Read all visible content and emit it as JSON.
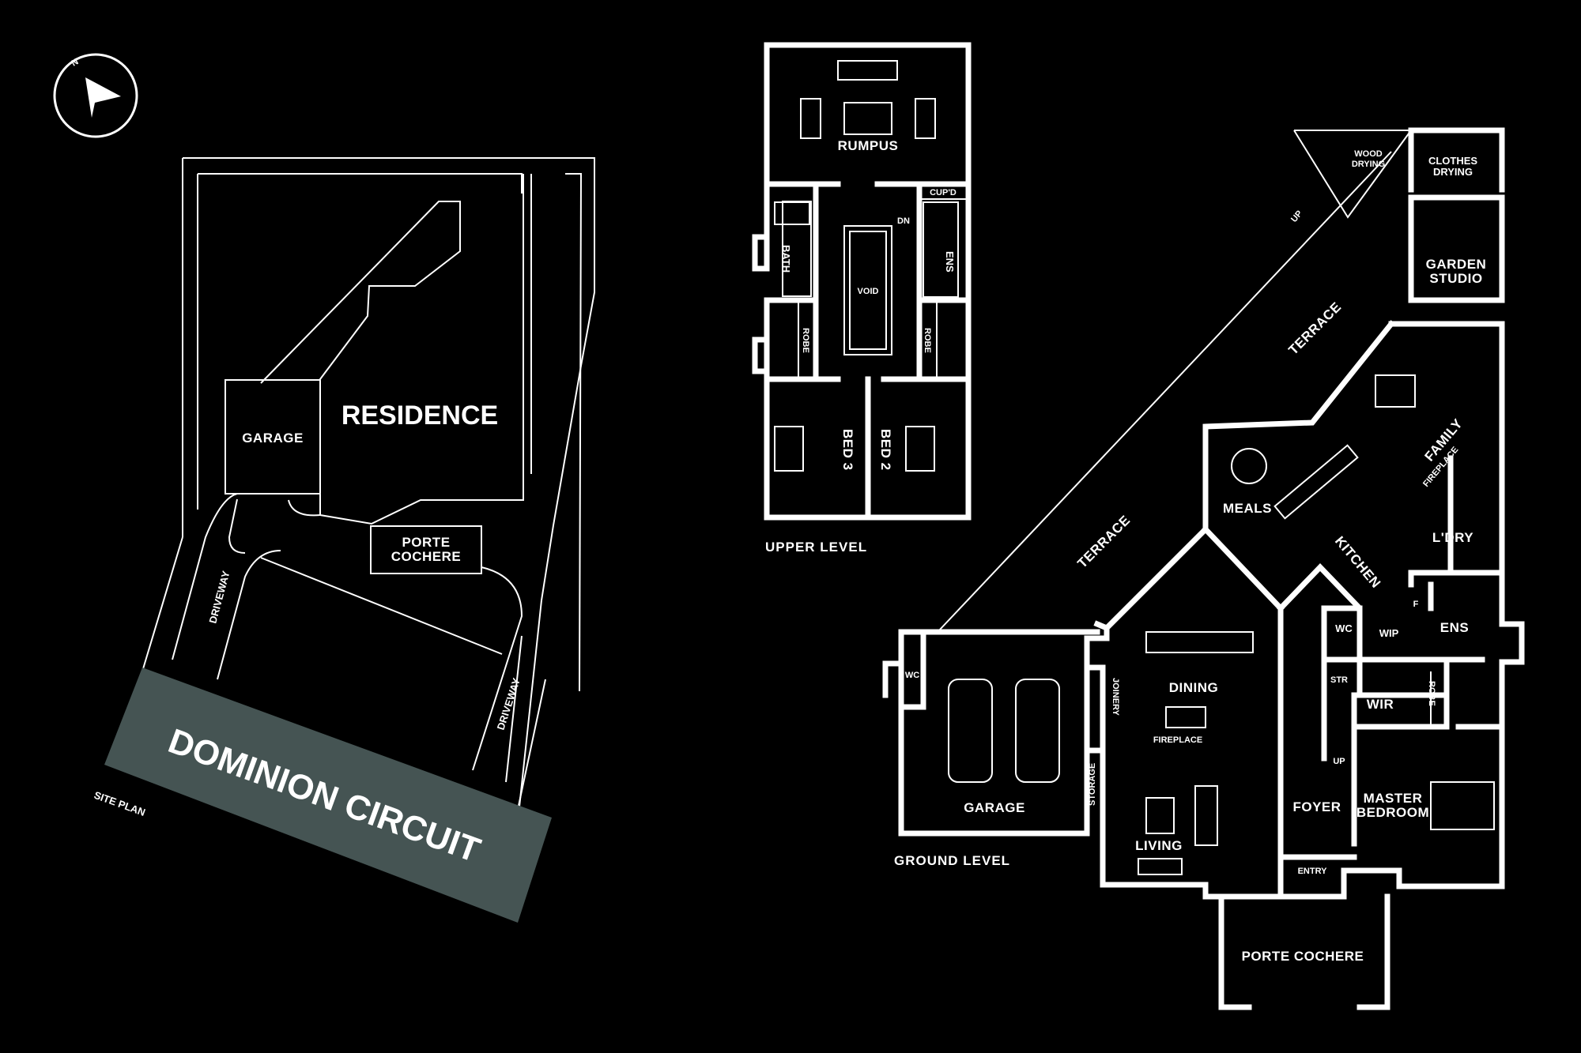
{
  "site": {
    "residence": "RESIDENCE",
    "garage": "GARAGE",
    "porte_cochere_1": "PORTE",
    "porte_cochere_2": "COCHERE",
    "driveway_left": "DRIVEWAY",
    "driveway_right": "DRIVEWAY",
    "street": "DOMINION CIRCUIT",
    "caption": "SITE PLAN",
    "compass": "N"
  },
  "upper": {
    "rumpus": "RUMPUS",
    "cupd": "CUP'D",
    "dn": "DN",
    "bath": "BATH",
    "ens": "ENS",
    "void": "VOID",
    "robe_left": "ROBE",
    "robe_right": "ROBE",
    "bed3": "BED 3",
    "bed2": "BED 2",
    "caption": "UPPER LEVEL"
  },
  "ground": {
    "wood_drying_1": "WOOD",
    "wood_drying_2": "DRYING",
    "clothes_drying_1": "CLOTHES",
    "clothes_drying_2": "DRYING",
    "up_terrace": "UP",
    "garden_studio_1": "GARDEN",
    "garden_studio_2": "STUDIO",
    "terrace_upper": "TERRACE",
    "terrace_lower": "TERRACE",
    "family": "FAMILY",
    "fireplace_family": "FIREPLACE",
    "meals": "MEALS",
    "kitchen": "KITCHEN",
    "laundry": "L'DRY",
    "f": "F",
    "wc_main": "WC",
    "wip": "WIP",
    "ens": "ENS",
    "str": "STR",
    "wir": "WIR",
    "robe": "ROBE",
    "up_stair": "UP",
    "dining": "DINING",
    "joinery": "JOINERY",
    "fireplace_living": "FIREPLACE",
    "storage": "STORAGE",
    "living": "LIVING",
    "garage": "GARAGE",
    "wc_garage": "WC",
    "foyer": "FOYER",
    "master_1": "MASTER",
    "master_2": "BEDROOM",
    "entry": "ENTRY",
    "porte_cochere": "PORTE COCHERE",
    "caption": "GROUND LEVEL"
  }
}
